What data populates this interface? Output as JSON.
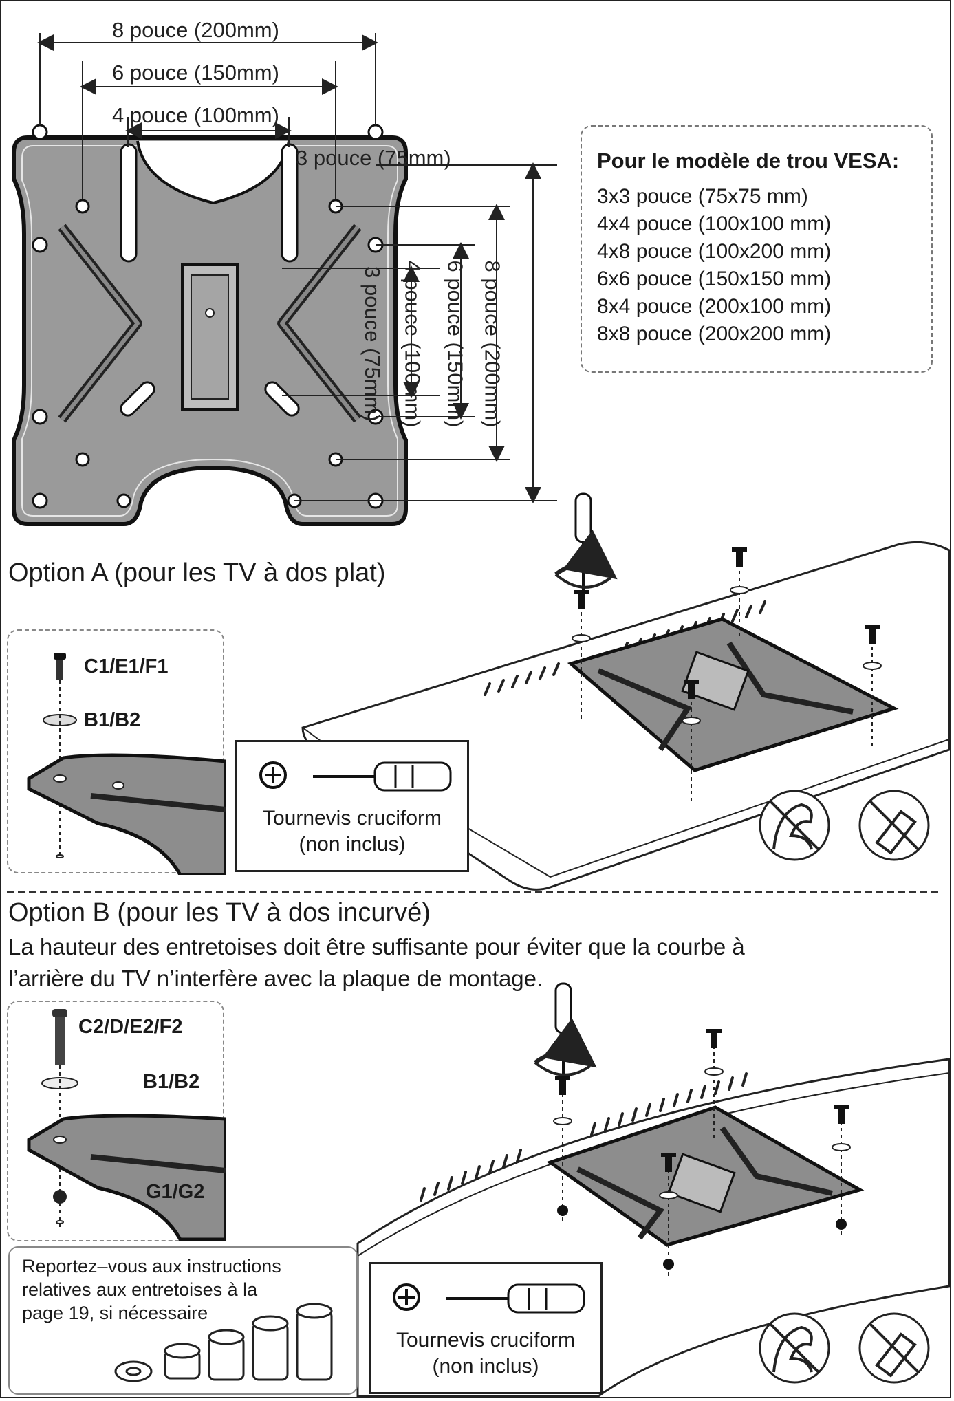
{
  "dimensions": {
    "h_200": "8 pouce (200mm)",
    "h_150": "6 pouce (150mm)",
    "h_100": "4 pouce (100mm)",
    "h_75": "3 pouce (75mm)",
    "v_75": "3 pouce (75mm)",
    "v_100": "4 pouce (100mm)",
    "v_150": "6 pouce (150mm)",
    "v_200": "8 pouce (200mm)"
  },
  "vesa": {
    "title": "Pour le modèle de trou VESA:",
    "items": [
      "3x3 pouce (75x75 mm)",
      "4x4 pouce (100x100 mm)",
      "4x8 pouce (100x200 mm)",
      "6x6 pouce (150x150 mm)",
      "8x4 pouce (200x100 mm)",
      "8x8 pouce (200x200 mm)"
    ]
  },
  "option_a": {
    "title": "Option A (pour les TV à dos plat)",
    "screw_label": "C1/E1/F1",
    "washer_label": "B1/B2",
    "tool_line1": "Tournevis cruciform",
    "tool_line2": "(non inclus)"
  },
  "option_b": {
    "title": "Option B (pour les TV à dos incurvé)",
    "description_line1": "La hauteur des entretoises doit être suffisante pour éviter que la courbe à",
    "description_line2": "l’arrière du TV n’interfère avec la plaque de montage.",
    "screw_label": "C2/D/E2/F2",
    "washer_label": "B1/B2",
    "spacer_label": "G1/G2",
    "tool_line1": "Tournevis cruciform",
    "tool_line2": "(non inclus)"
  },
  "spacer_note": {
    "line1": "Reportez–vous aux instructions",
    "line2": "relatives aux entretoises à la",
    "line3": "page 19, si nécessaire"
  }
}
